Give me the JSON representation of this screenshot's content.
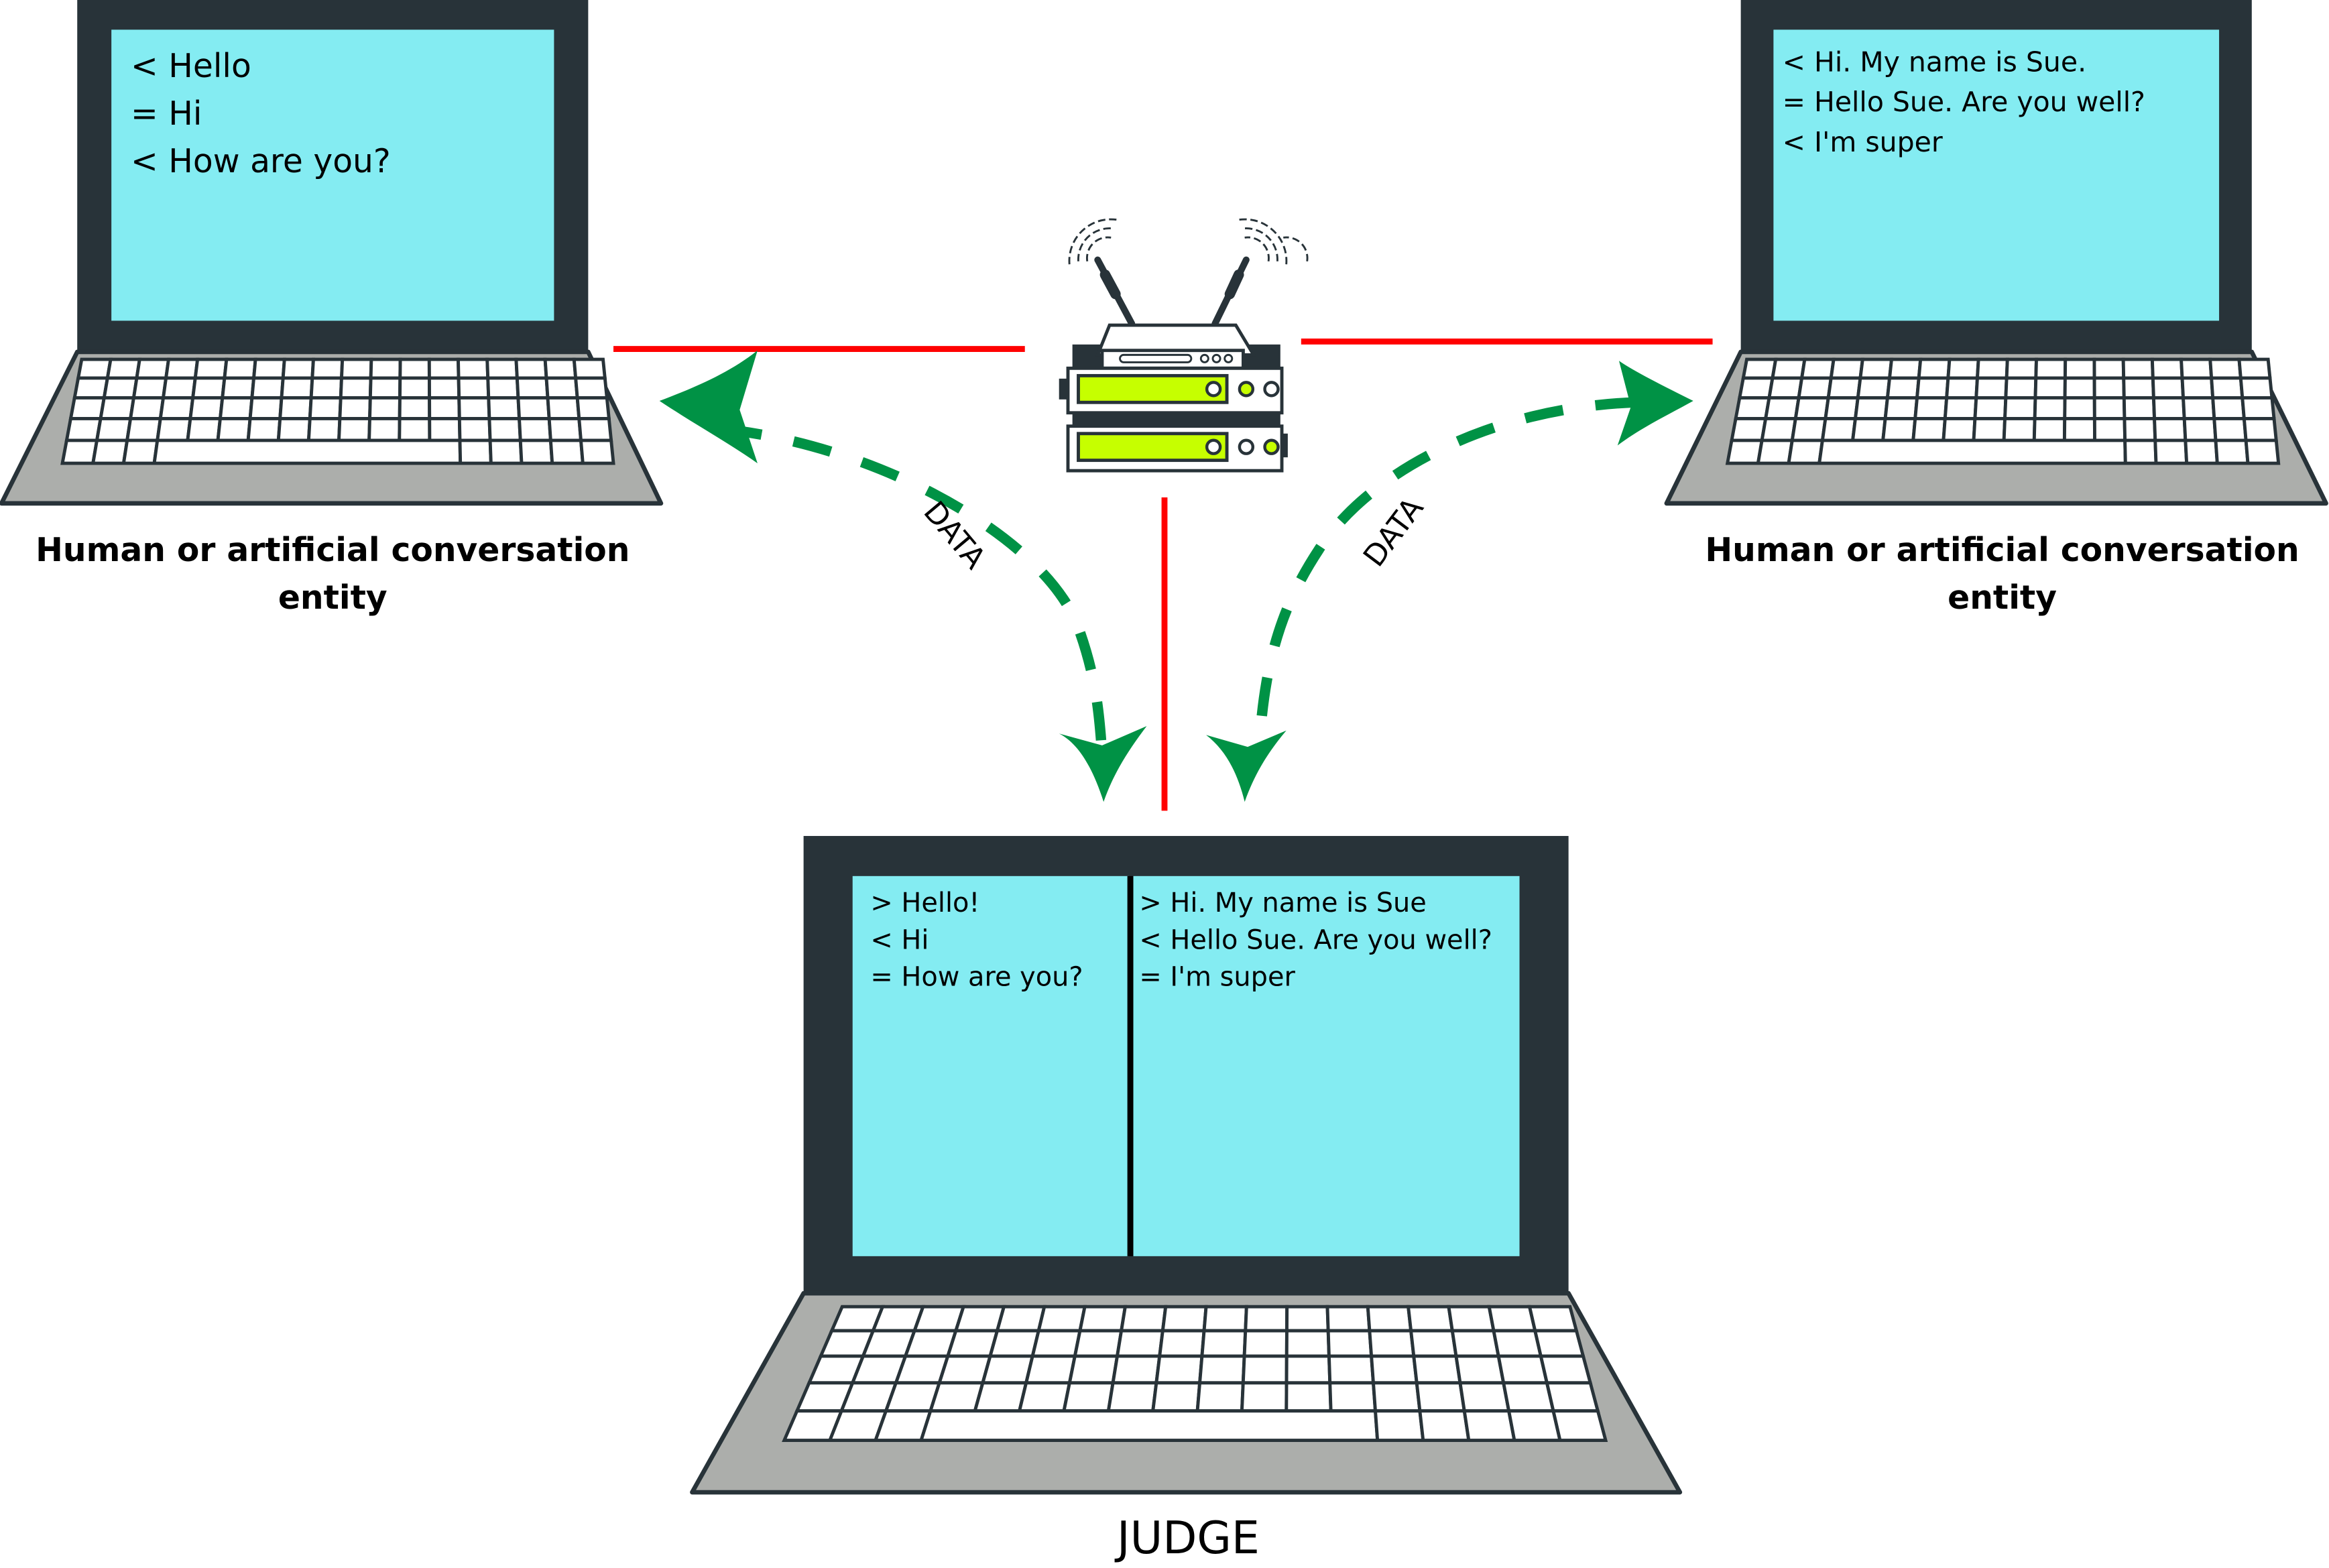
{
  "diagram": {
    "title": "Turing test setup",
    "colors": {
      "laptop_body": "#283339",
      "screen": "#84ecf2",
      "keyboard_base": "#acaeab",
      "wire": "#ff0000",
      "data_flow": "#009245",
      "router_light": "#c6ff00"
    }
  },
  "left_entity": {
    "caption_line1": "Human or artificial conversation",
    "caption_line2": "entity",
    "screen_lines": [
      "< Hello",
      "= Hi",
      "< How are you?"
    ]
  },
  "right_entity": {
    "caption_line1": "Human or artificial conversation",
    "caption_line2": "entity",
    "screen_lines": [
      "< Hi. My name is Sue.",
      "= Hello Sue. Are you well?",
      "< I'm super"
    ]
  },
  "judge": {
    "caption": "JUDGE",
    "left_pane_lines": [
      "> Hello!",
      "< Hi",
      "= How are you?"
    ],
    "right_pane_lines": [
      "> Hi. My name is Sue",
      "< Hello Sue. Are you well?",
      "= I'm super"
    ]
  },
  "connections": {
    "left_flow_label": "DATA",
    "right_flow_label": "DATA"
  },
  "icons": {
    "router": "wireless-router-icon",
    "laptop": "laptop-icon"
  }
}
